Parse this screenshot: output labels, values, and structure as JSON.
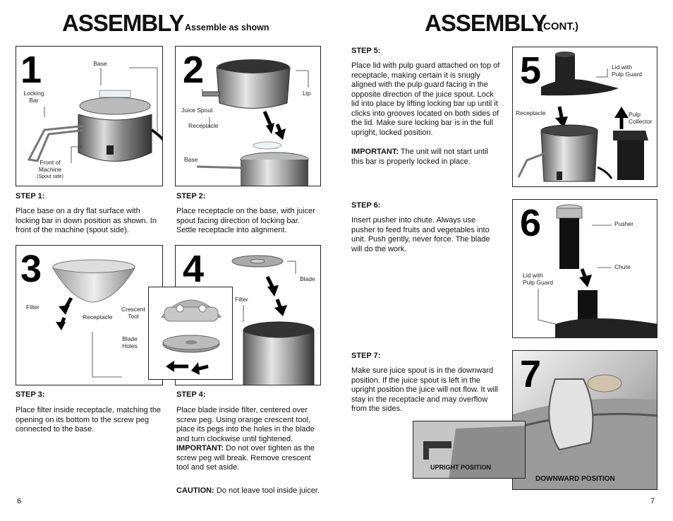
{
  "left": {
    "title": "ASSEMBLY",
    "subtitle": "Assemble as shown",
    "page_number": "6",
    "step1": {
      "number": "1",
      "labels": {
        "base": "Base",
        "locking_bar": "Locking\nBar",
        "front": "Front of\nMachine",
        "spout_side": "(Spout side)"
      },
      "heading": "STEP 1:",
      "text": "Place base on a dry flat surface with locking bar in down position as shown. In front of the machine (spout side)."
    },
    "step2": {
      "number": "2",
      "labels": {
        "juice_spout": "Juice Spout",
        "lip": "Lip",
        "receptacle": "Receptacle",
        "base": "Base"
      },
      "heading": "STEP 2:",
      "text": "Place receptacle on the base, with juicer spout facing direction of locking bar. Settle receptacle into alignment."
    },
    "step3": {
      "number": "3",
      "labels": {
        "filter": "Filter",
        "receptacle": "Receptacle",
        "crescent_tool": "Crescent\nTool",
        "blade_holes": "Blade\nHoles"
      },
      "heading": "STEP 3:",
      "text": "Place filter inside receptacle, matching the opening on its bottom to the screw peg connected to the base."
    },
    "step4": {
      "number": "4",
      "labels": {
        "blade": "Blade",
        "filter": "Filter"
      },
      "heading": "STEP 4:",
      "text": "Place blade inside filter, centered over screw peg. Using orange crescent tool, place its pegs into the holes in the blade and turn clockwise until tightened.",
      "important_label": "IMPORTANT:",
      "important_text": " Do not over tighten as the screw peg will break. Remove crescent tool and set aside.",
      "caution_label": "CAUTION:",
      "caution_text": " Do not leave tool inside juicer."
    }
  },
  "right": {
    "title": "ASSEMBLY",
    "subtitle": "(CONT.)",
    "page_number": "7",
    "step5": {
      "number": "5",
      "heading": "STEP 5:",
      "text": "Place lid with pulp guard attached on top of receptacle, making certain it is snugly aligned with the pulp guard facing in the opposite direction of the juice spout. Lock lid into place by lifting locking bar up until it clicks into grooves located on both sides of the lid. Make sure locking bar is in the full upright, locked position.",
      "important_label": "IMPORTANT:",
      "important_text": " The unit will not start until this bar is properly locked in place.",
      "labels": {
        "lid": "Lid with\nPulp Guard",
        "receptacle": "Receptacle",
        "pulp": "Pulp\nCollector"
      }
    },
    "step6": {
      "number": "6",
      "heading": "STEP 6:",
      "text": "Insert pusher into chute. Always use pusher to feed fruits and vegetables into unit. Push gently, never force. The blade will do the work.",
      "labels": {
        "pusher": "Pusher",
        "chute": "Chute",
        "lid": "Lid with\nPulp Guard"
      }
    },
    "step7": {
      "number": "7",
      "heading": "STEP 7:",
      "text": "Make sure juice spout is in the downward position. If the juice spout is left in the upright position the juice will not flow. It will stay in the receptacle and may overflow from the sides.",
      "upright": "UPRIGHT POSITION",
      "downward": "DOWNWARD POSITION"
    }
  }
}
